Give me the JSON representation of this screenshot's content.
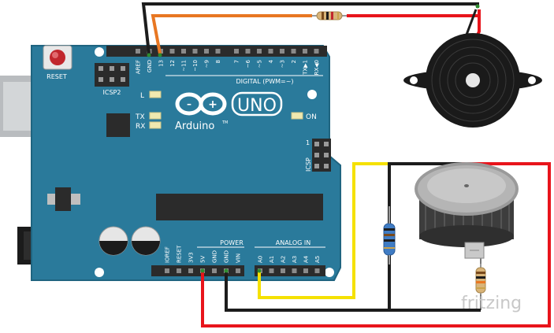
{
  "board": {
    "brand": "Arduino",
    "brand_tm": "TM",
    "model": "UNO",
    "reset_label": "RESET",
    "icsp2_label": "ICSP2",
    "icsp_label": "ICSP",
    "icsp_pin1": "1",
    "on_label": "ON",
    "led_l": "L",
    "led_tx": "TX",
    "led_rx": "RX",
    "digital_label": "DIGITAL (PWM=~)",
    "power_label": "POWER",
    "analog_label": "ANALOG IN",
    "top_pins": [
      "AREF",
      "GND",
      "13",
      "12",
      "~11",
      "~10",
      "~9",
      "8",
      "7",
      "~6",
      "~5",
      "4",
      "~3",
      "2",
      "TX▶1",
      "RX◀0"
    ],
    "power_pins": [
      "IOREF",
      "RESET",
      "3V3",
      "5V",
      "GND",
      "GND",
      "VIN"
    ],
    "analog_pins": [
      "A0",
      "A1",
      "A2",
      "A3",
      "A4",
      "A5"
    ],
    "colors": {
      "pcb": "#2a7a9b",
      "pcb_dark": "#1f6480",
      "silk": "#ffffff",
      "header": "#2b2b2b"
    }
  },
  "wires": {
    "colors": {
      "red": "#e8141b",
      "black": "#1c1c1c",
      "yellow": "#f5e100",
      "orange": "#e87722",
      "green": "#2e8b2e"
    }
  },
  "watermark": "fritzing"
}
